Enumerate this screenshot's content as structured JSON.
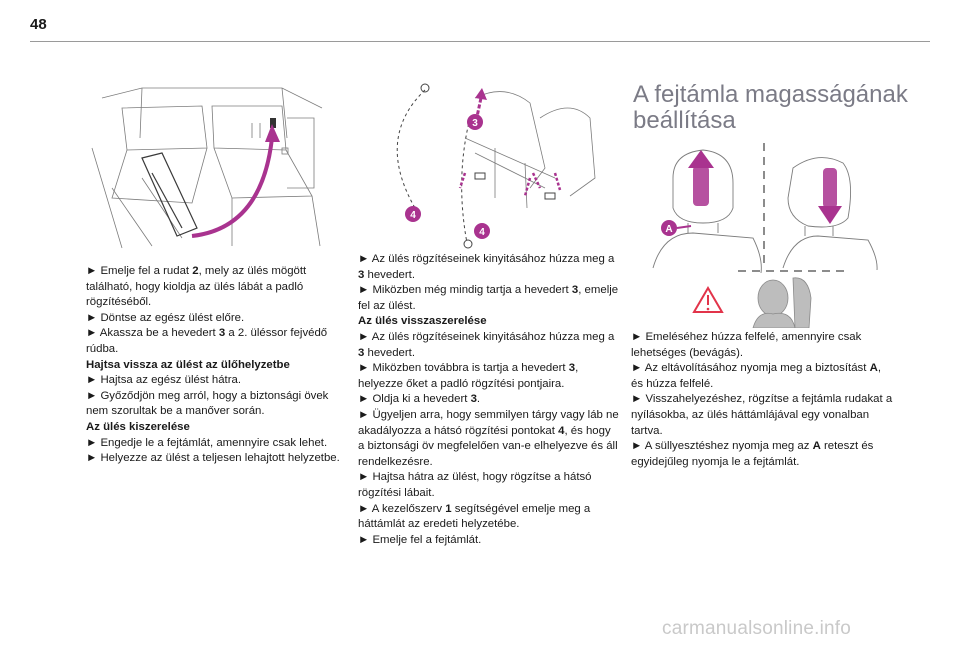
{
  "page": {
    "number": "48"
  },
  "col1": {
    "l1": "► Emelje fel a rudat ",
    "l1b": "2",
    "l1c": ", mely az ülés mögött található, hogy kioldja az ülés lábát a padló rögzítéséből.",
    "l2": "► Döntse az egész ülést előre.",
    "l3": "► Akassza be a hevedert ",
    "l3b": "3",
    "l3c": " a 2. üléssor fejvédő rúdba.",
    "h1": "Hajtsa vissza az ülést az ülőhelyzetbe",
    "l4": "► Hajtsa az egész ülést hátra.",
    "l5": "► Győződjön meg arról, hogy a biztonsági övek nem szorultak be a manőver során.",
    "h2": "Az ülés kiszerelése",
    "l6": "► Engedje le a fejtámlát, amennyire csak lehet.",
    "l7": "► Helyezze az ülést a teljesen lehajtott helyzetbe."
  },
  "col2": {
    "l1": "► Az ülés rögzítéseinek kinyitásához húzza meg a ",
    "l1b": "3",
    "l1c": " hevedert.",
    "l2": "► Miközben még mindig tartja a hevedert ",
    "l2b": "3",
    "l2c": ", emelje fel az ülést.",
    "h1": "Az ülés visszaszerelése",
    "l3": "► Az ülés rögzítéseinek kinyitásához húzza meg a ",
    "l3b": "3",
    "l3c": " hevedert.",
    "l4": "► Miközben továbbra is tartja a hevedert ",
    "l4b": "3",
    "l4c": ", helyezze őket a padló rögzítési pontjaira.",
    "l5": "► Oldja ki a hevedert ",
    "l5b": "3",
    "l5c": ".",
    "l6": "► Ügyeljen arra, hogy semmilyen tárgy vagy láb ne akadályozza a hátsó rögzítési pontokat ",
    "l6b": "4",
    "l6c": ", és hogy a biztonsági öv megfelelően van-e elhelyezve és áll rendelkezésre.",
    "l7": "► Hajtsa hátra az ülést, hogy rögzítse a hátsó rögzítési lábait.",
    "l8": "► A kezelőszerv ",
    "l8b": "1",
    "l8c": " segítségével emelje meg a háttámlát az eredeti helyzetébe.",
    "l9": "► Emelje fel a fejtámlát."
  },
  "section": {
    "title": "A fejtámla magasságának beállítása"
  },
  "col3": {
    "l1": "► Emeléséhez húzza felfelé, amennyire csak lehetséges (bevágás).",
    "l2": "► Az eltávolításához nyomja meg a biztosítást ",
    "l2b": "A",
    "l2c": ", és húzza felfelé.",
    "l3": "► Visszahelyezéshez, rögzítse a fejtámla rudakat a nyílásokba, az ülés háttámlájával egy vonalban tartva.",
    "l4": "► A süllyesztéshez nyomja meg az ",
    "l4b": "A",
    "l4c": " reteszt és egyidejűleg nyomja le a fejtámlát."
  },
  "figures": {
    "fig2_labels": [
      "3",
      "4",
      "4"
    ],
    "fig3_label": "A",
    "accent": "#a9338f",
    "warning": "#e2344a"
  },
  "watermark": {
    "text": "carmanualsonline.info"
  }
}
